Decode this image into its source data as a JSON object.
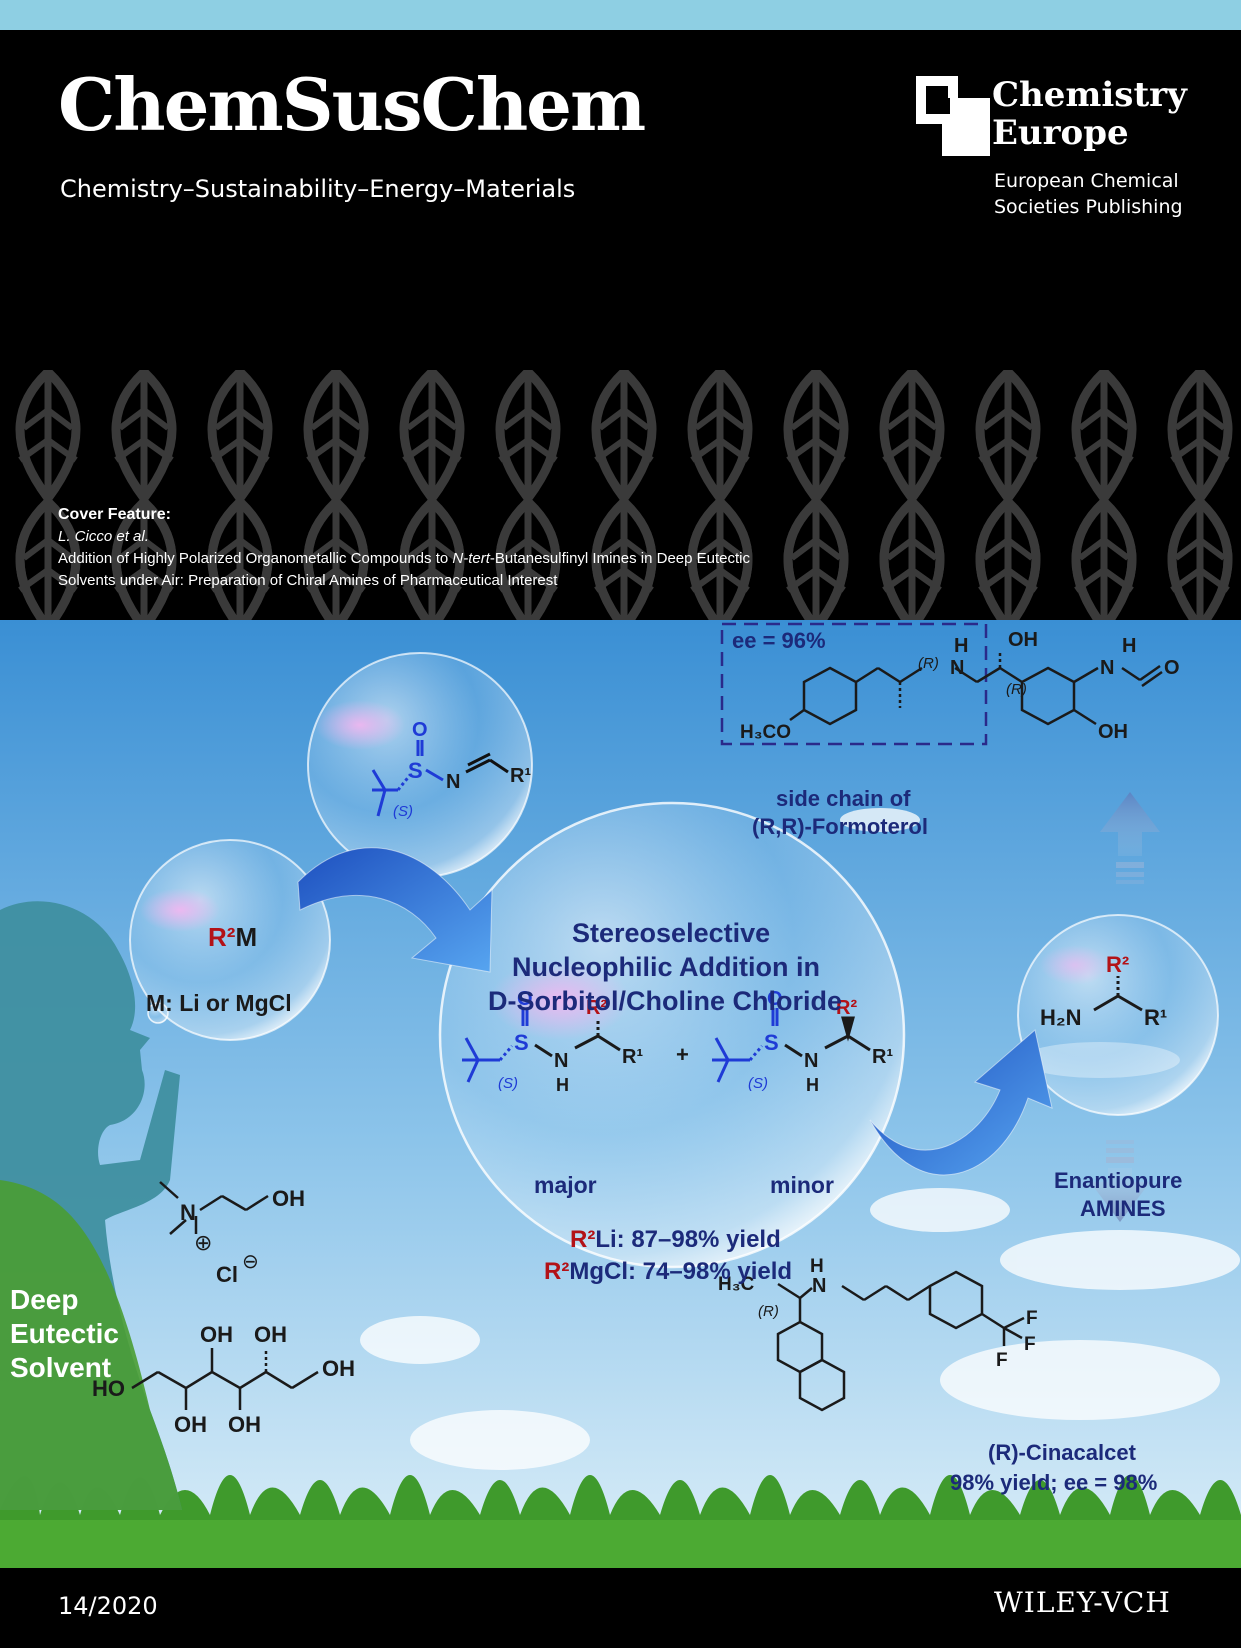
{
  "journal": {
    "title": "ChemSusChem",
    "subtitle": "Chemistry–Sustainability–Energy–Materials"
  },
  "publisher_block": {
    "name_line1": "Chemistry",
    "name_line2": "Europe",
    "line1": "European Chemical",
    "line2": "Societies Publishing"
  },
  "feature": {
    "label": "Cover Feature:",
    "authors": "L. Cicco et al.",
    "title_line1_pre": "Addition of Highly Polarized Organometallic Compounds to ",
    "title_line1_em": "N-tert",
    "title_line1_post": "-Butanesulfinyl Imines in Deep Eutectic",
    "title_line2": "Solvents under Air: Preparation of Chiral Amines of Pharmaceutical Interest"
  },
  "artwork": {
    "reagent": "R²M",
    "metal": "M: Li or MgCl",
    "center_title": [
      "Stereoselective",
      "Nucleophilic Addition in",
      "D-Sorbitol/Choline Chloride"
    ],
    "major": "major",
    "minor": "minor",
    "plus": "+",
    "yield_li_r": "R²",
    "yield_li": "Li: 87–98% yield",
    "yield_mg_r": "R²",
    "yield_mg": "MgCl: 74–98% yield",
    "des": [
      "Deep",
      "Eutectic",
      "Solvent"
    ],
    "ee_top": "ee = 96%",
    "formoterol": [
      "side chain of",
      "(R,R)-Formoterol"
    ],
    "amines": [
      "Enantiopure",
      "AMINES"
    ],
    "cinacalcet": [
      "(R)-Cinacalcet",
      "98% yield; ee = 98%"
    ],
    "labels": {
      "s": "(S)",
      "r": "(R)",
      "o": "O",
      "n": "N",
      "h": "H",
      "oh": "OH",
      "ho": "HO",
      "r1": "R¹",
      "r2": "R²",
      "h2n": "H₂N",
      "h3co": "H₃CO",
      "h3c": "H₃C",
      "cl": "Cl",
      "f": "F",
      "plus_charge": "⊕",
      "minus_charge": "⊖"
    }
  },
  "footer": {
    "issue": "14/2020",
    "publisher": "WILEY-VCH"
  },
  "colors": {
    "topbar": "#8ecfe3",
    "header": "#000000",
    "sky_top": "#3a8fd4",
    "sky_bottom": "#cfe7f6",
    "navy": "#1c2a7a",
    "red": "#b31217",
    "grass": "#3f9a2c",
    "silhouette": "#3f8fa0"
  }
}
